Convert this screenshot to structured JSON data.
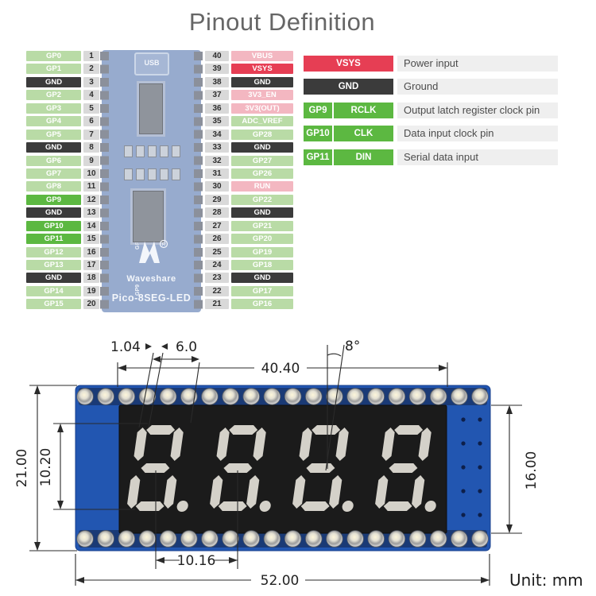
{
  "title": "Pinout Definition",
  "pinout": {
    "left_pins": [
      {
        "label": "GP0",
        "num": "1",
        "type": "gpio"
      },
      {
        "label": "GP1",
        "num": "2",
        "type": "gpio"
      },
      {
        "label": "GND",
        "num": "3",
        "type": "gnd"
      },
      {
        "label": "GP2",
        "num": "4",
        "type": "gpio"
      },
      {
        "label": "GP3",
        "num": "5",
        "type": "gpio"
      },
      {
        "label": "GP4",
        "num": "6",
        "type": "gpio"
      },
      {
        "label": "GP5",
        "num": "7",
        "type": "gpio"
      },
      {
        "label": "GND",
        "num": "8",
        "type": "gnd"
      },
      {
        "label": "GP6",
        "num": "9",
        "type": "gpio"
      },
      {
        "label": "GP7",
        "num": "10",
        "type": "gpio"
      },
      {
        "label": "GP8",
        "num": "11",
        "type": "gpio"
      },
      {
        "label": "GP9",
        "num": "12",
        "type": "hl"
      },
      {
        "label": "GND",
        "num": "13",
        "type": "gnd"
      },
      {
        "label": "GP10",
        "num": "14",
        "type": "hl"
      },
      {
        "label": "GP11",
        "num": "15",
        "type": "hl"
      },
      {
        "label": "GP12",
        "num": "16",
        "type": "gpio"
      },
      {
        "label": "GP13",
        "num": "17",
        "type": "gpio"
      },
      {
        "label": "GND",
        "num": "18",
        "type": "gnd"
      },
      {
        "label": "GP14",
        "num": "19",
        "type": "gpio"
      },
      {
        "label": "GP15",
        "num": "20",
        "type": "gpio"
      }
    ],
    "right_pins": [
      {
        "label": "VBUS",
        "num": "40",
        "type": "pwr"
      },
      {
        "label": "VSYS",
        "num": "39",
        "type": "vsys"
      },
      {
        "label": "GND",
        "num": "38",
        "type": "gnd"
      },
      {
        "label": "3V3_EN",
        "num": "37",
        "type": "pwr"
      },
      {
        "label": "3V3(OUT)",
        "num": "36",
        "type": "pwr"
      },
      {
        "label": "ADC_VREF",
        "num": "35",
        "type": "gpio"
      },
      {
        "label": "GP28",
        "num": "34",
        "type": "gpio"
      },
      {
        "label": "GND",
        "num": "33",
        "type": "gnd"
      },
      {
        "label": "GP27",
        "num": "32",
        "type": "gpio"
      },
      {
        "label": "GP26",
        "num": "31",
        "type": "gpio"
      },
      {
        "label": "RUN",
        "num": "30",
        "type": "pwr"
      },
      {
        "label": "GP22",
        "num": "29",
        "type": "gpio"
      },
      {
        "label": "GND",
        "num": "28",
        "type": "gnd"
      },
      {
        "label": "GP21",
        "num": "27",
        "type": "gpio"
      },
      {
        "label": "GP20",
        "num": "26",
        "type": "gpio"
      },
      {
        "label": "GP19",
        "num": "25",
        "type": "gpio"
      },
      {
        "label": "GP18",
        "num": "24",
        "type": "gpio"
      },
      {
        "label": "GND",
        "num": "23",
        "type": "gnd"
      },
      {
        "label": "GP17",
        "num": "22",
        "type": "gpio"
      },
      {
        "label": "GP16",
        "num": "21",
        "type": "gpio"
      }
    ],
    "board": {
      "usb_label": "USB",
      "silk1": "GP3",
      "silk2": "GP9",
      "logo_reg": "®",
      "brand": "Waveshare",
      "model": "Pico-8SEG-LED"
    }
  },
  "legend": [
    {
      "pin": "",
      "signal": "VSYS",
      "desc": "Power input",
      "type": "vsys"
    },
    {
      "pin": "",
      "signal": "GND",
      "desc": "Ground",
      "type": "gnd"
    },
    {
      "pin": "GP9",
      "signal": "RCLK",
      "desc": "Output latch register clock pin",
      "type": "hl"
    },
    {
      "pin": "GP10",
      "signal": "CLK",
      "desc": "Data input clock pin",
      "type": "hl"
    },
    {
      "pin": "GP11",
      "signal": "DIN",
      "desc": "Serial data input",
      "type": "hl"
    }
  ],
  "dimensions": {
    "segment_width": "1.04",
    "digit_width": "6.0",
    "slant_angle": "8°",
    "display_width": "40.40",
    "board_height": "21.00",
    "digit_height": "10.20",
    "display_height": "16.00",
    "digit_pitch": "10.16",
    "board_width": "52.00",
    "unit": "Unit: mm"
  },
  "colors": {
    "gpio_light_green": "#b9dba6",
    "gpio_highlight_green": "#5cb841",
    "ground_dark": "#3b3b3b",
    "power_pink": "#f3b7c1",
    "vsys_red": "#e63e54",
    "pin_number_gray": "#d9d9d9",
    "pcb_blue": "#2256b1",
    "display_black": "#1b1b1b",
    "segment_offwhite": "#d4d1c9"
  }
}
